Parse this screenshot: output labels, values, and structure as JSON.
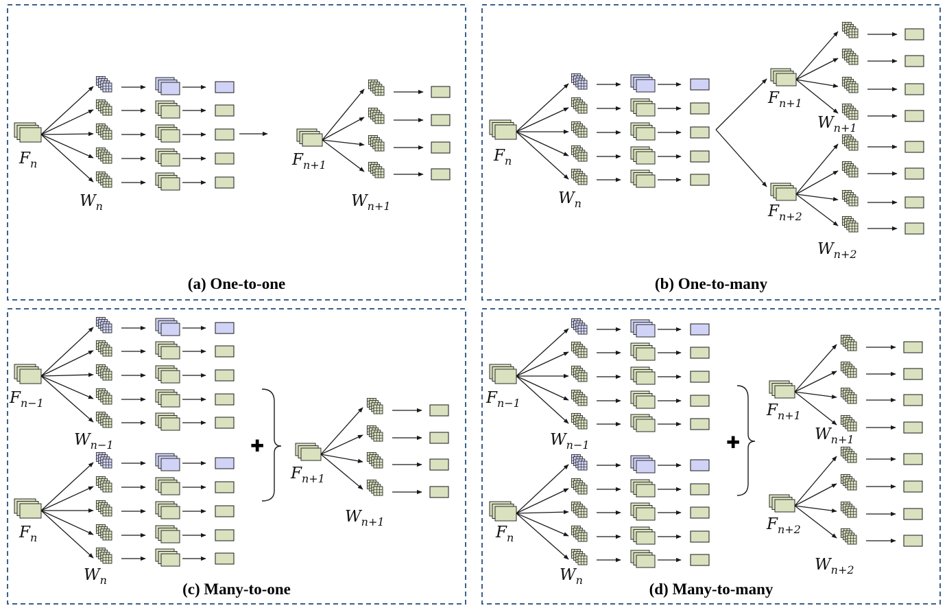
{
  "panels": [
    {
      "id": "a",
      "caption": "(a) One-to-one",
      "inputs": [
        {
          "F_base": "F",
          "F_sub": "n",
          "W_base": "W",
          "W_sub": "n"
        }
      ],
      "outputs": [
        {
          "F_base": "F",
          "F_sub": "n+1",
          "W_base": "W",
          "W_sub": "n+1"
        }
      ]
    },
    {
      "id": "b",
      "caption": "(b) One-to-many",
      "inputs": [
        {
          "F_base": "F",
          "F_sub": "n",
          "W_base": "W",
          "W_sub": "n"
        }
      ],
      "outputs": [
        {
          "F_base": "F",
          "F_sub": "n+1",
          "W_base": "W",
          "W_sub": "n+1"
        },
        {
          "F_base": "F",
          "F_sub": "n+2",
          "W_base": "W",
          "W_sub": "n+2"
        }
      ]
    },
    {
      "id": "c",
      "caption": "(c) Many-to-one",
      "inputs": [
        {
          "F_base": "F",
          "F_sub": "n−1",
          "W_base": "W",
          "W_sub": "n−1"
        },
        {
          "F_base": "F",
          "F_sub": "n",
          "W_base": "W",
          "W_sub": "n"
        }
      ],
      "outputs": [
        {
          "F_base": "F",
          "F_sub": "n+1",
          "W_base": "W",
          "W_sub": "n+1"
        }
      ]
    },
    {
      "id": "d",
      "caption": "(d) Many-to-many",
      "inputs": [
        {
          "F_base": "F",
          "F_sub": "n−1",
          "W_base": "W",
          "W_sub": "n−1"
        },
        {
          "F_base": "F",
          "F_sub": "n",
          "W_base": "W",
          "W_sub": "n"
        }
      ],
      "outputs": [
        {
          "F_base": "F",
          "F_sub": "n+1",
          "W_base": "W",
          "W_sub": "n+1"
        },
        {
          "F_base": "F",
          "F_sub": "n+2",
          "W_base": "W",
          "W_sub": "n+2"
        }
      ]
    }
  ],
  "colors": {
    "green_fill": "#d9e1bf",
    "blue_fill": "#d0d3f5",
    "stroke": "#2a2a2a",
    "frame": "#3b5f8a"
  },
  "plus_symbol": "✚"
}
